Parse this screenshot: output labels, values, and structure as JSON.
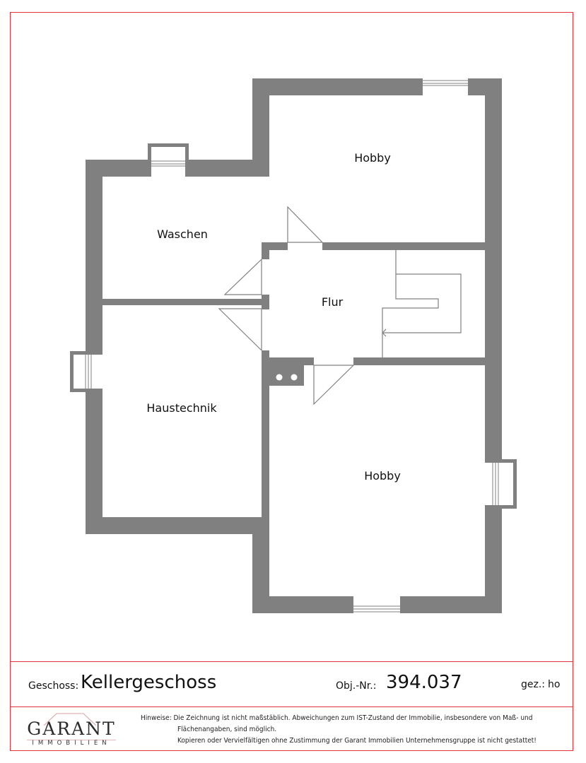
{
  "floorplan": {
    "rooms": [
      {
        "id": "hobby-north",
        "label": "Hobby"
      },
      {
        "id": "waschen",
        "label": "Waschen"
      },
      {
        "id": "flur",
        "label": "Flur"
      },
      {
        "id": "haustechnik",
        "label": "Haustechnik"
      },
      {
        "id": "hobby-south",
        "label": "Hobby"
      }
    ],
    "colors": {
      "wall": "#808080",
      "border": "#e0343c",
      "line": "#7f7f7f"
    }
  },
  "title_block": {
    "floor_label": "Geschoss:",
    "floor_value": "Kellergeschoss",
    "object_label": "Obj.-Nr.:",
    "object_value": "394.037",
    "drawn_by_label": "gez.:",
    "drawn_by_value": "ho"
  },
  "footer": {
    "logo_word": "GARANT",
    "logo_sub": "IMMOBILIEN",
    "notes_label": "Hinweise:",
    "notes_line1": "Die Zeichnung ist nicht maßstäblich. Abweichungen zum IST-Zustand der Immobilie, insbesondere von Maß- und",
    "notes_line2": "Flächenangaben, sind möglich.",
    "notes_line3": "Kopieren oder Vervielfältigen ohne Zustimmung der Garant Immobilien Unternehmensgruppe ist nicht gestattet!"
  }
}
